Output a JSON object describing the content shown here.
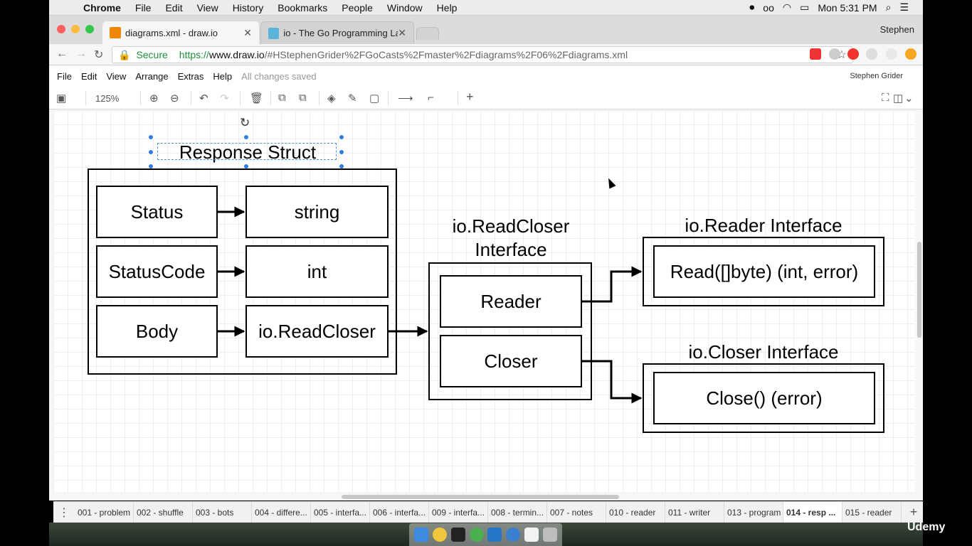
{
  "macos_menubar": {
    "app_name": "Chrome",
    "menus": [
      "File",
      "Edit",
      "View",
      "History",
      "Bookmarks",
      "People",
      "Window",
      "Help"
    ],
    "clock": "Mon 5:31 PM"
  },
  "browser": {
    "tabs": [
      {
        "title": "diagrams.xml - draw.io",
        "active": true
      },
      {
        "title": "io - The Go Programming Lang",
        "active": false
      }
    ],
    "profile_name": "Stephen",
    "secure_label": "Secure",
    "url": {
      "scheme": "https://",
      "host": "www.draw.io",
      "rest": "/#HStephenGrider%2FGoCasts%2Fmaster%2Fdiagrams%2F06%2Fdiagrams.xml"
    }
  },
  "drawio": {
    "menus": [
      "File",
      "Edit",
      "View",
      "Arrange",
      "Extras",
      "Help"
    ],
    "save_status": "All changes saved",
    "user": "Stephen Grider",
    "zoom": "125%"
  },
  "diagram": {
    "title": "Response Struct",
    "struct_fields": [
      {
        "name": "Status",
        "type": "string"
      },
      {
        "name": "StatusCode",
        "type": "int"
      },
      {
        "name": "Body",
        "type": "io.ReadCloser"
      }
    ],
    "readcloser": {
      "label_line1": "io.ReadCloser",
      "label_line2": "Interface",
      "members": [
        "Reader",
        "Closer"
      ]
    },
    "reader_interface": {
      "label": "io.Reader Interface",
      "method": "Read([]byte) (int, error)"
    },
    "closer_interface": {
      "label": "io.Closer Interface",
      "method": "Close() (error)"
    }
  },
  "pages": [
    "001 - problem",
    "002 - shuffle",
    "003 - bots",
    "004 - differe...",
    "005 - interfa...",
    "006 - interfa...",
    "009 - interfa...",
    "008 - termin...",
    "007 - notes",
    "010 - reader",
    "011 - writer",
    "013 - program",
    "014 - resp ...",
    "015 - reader"
  ],
  "active_page_index": 12,
  "watermark": "Udemy"
}
